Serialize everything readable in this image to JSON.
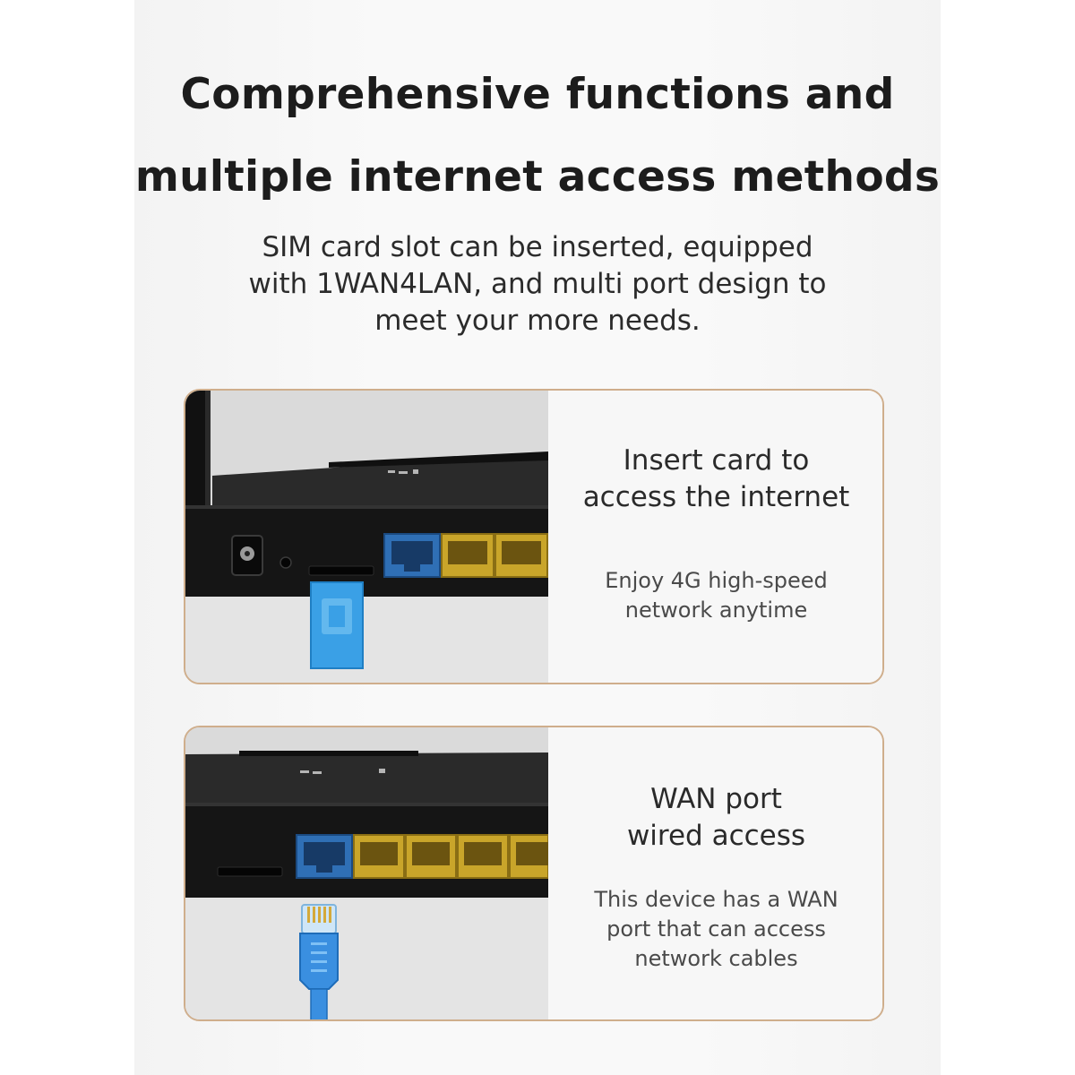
{
  "headline": {
    "line1": "Comprehensive functions and",
    "line2": "multiple internet access methods"
  },
  "subtitle": {
    "line1": "SIM card slot can be inserted, equipped",
    "line2": "with 1WAN4LAN, and multi port design to",
    "line3": "meet your more needs."
  },
  "cards": [
    {
      "title": [
        "Insert card to",
        "access the internet"
      ],
      "description": [
        "Enjoy 4G high-speed",
        "network anytime"
      ]
    },
    {
      "title": [
        "WAN port",
        "wired access"
      ],
      "description": [
        "This device has a WAN",
        "port that can access",
        "network cables"
      ]
    }
  ],
  "colors": {
    "card_border": "#cfae8c",
    "wan_port": "#2f6fb5",
    "lan_port": "#c9a52a",
    "sim_card": "#3aa0e6",
    "cable": "#3a8fe0",
    "router_body": "#1b1b1b"
  }
}
